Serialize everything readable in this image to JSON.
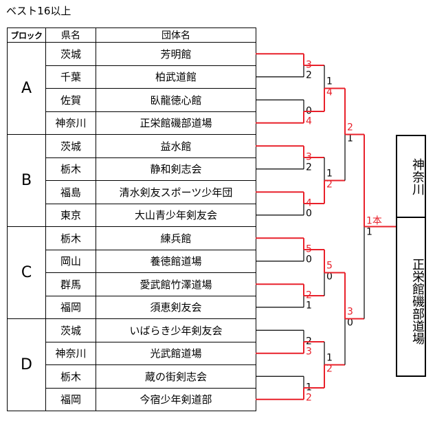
{
  "title": "ベスト16以上",
  "headers": {
    "block": "ブロック",
    "pref": "県名",
    "team": "団体名"
  },
  "blocks": [
    {
      "label": "A",
      "rows": [
        {
          "pref": "茨城",
          "team": "芳明館"
        },
        {
          "pref": "千葉",
          "team": "柏武道館"
        },
        {
          "pref": "佐賀",
          "team": "臥龍徳心館"
        },
        {
          "pref": "神奈川",
          "team": "正栄館磯部道場"
        }
      ]
    },
    {
      "label": "B",
      "rows": [
        {
          "pref": "茨城",
          "team": "益水館"
        },
        {
          "pref": "栃木",
          "team": "静和剣志会"
        },
        {
          "pref": "福島",
          "team": "清水剣友スポーツ少年団"
        },
        {
          "pref": "東京",
          "team": "大山青少年剣友会"
        }
      ]
    },
    {
      "label": "C",
      "rows": [
        {
          "pref": "栃木",
          "team": "練兵館"
        },
        {
          "pref": "岡山",
          "team": "養徳館道場"
        },
        {
          "pref": "群馬",
          "team": "愛武館竹澤道場"
        },
        {
          "pref": "福岡",
          "team": "須恵剣友会"
        }
      ]
    },
    {
      "label": "D",
      "rows": [
        {
          "pref": "茨城",
          "team": "いばらき少年剣友会"
        },
        {
          "pref": "神奈川",
          "team": "光武館道場"
        },
        {
          "pref": "栃木",
          "team": "蔵の街剣志会"
        },
        {
          "pref": "福岡",
          "team": "今宿少年剣道部"
        }
      ]
    }
  ],
  "round1_scores": [
    [
      "3",
      "2"
    ],
    [
      "0",
      "4"
    ],
    [
      "3",
      "2"
    ],
    [
      "4",
      "0"
    ],
    [
      "5",
      "0"
    ],
    [
      "2",
      "1"
    ],
    [
      "2",
      "3"
    ],
    [
      "1",
      "2"
    ]
  ],
  "round1_winner_side": [
    "top",
    "bottom",
    "top",
    "top",
    "top",
    "top",
    "bottom",
    "bottom"
  ],
  "round2_scores": [
    [
      "1",
      "4"
    ],
    [
      "1",
      "2"
    ],
    [
      "5",
      "0"
    ],
    [
      "1",
      "2"
    ]
  ],
  "round2_winner_side": [
    "bottom",
    "bottom",
    "top",
    "bottom"
  ],
  "semi_scores": [
    [
      "2",
      "1"
    ],
    [
      "3",
      "0"
    ]
  ],
  "semi_winner_side": [
    "top",
    "top"
  ],
  "final_scores": [
    "1本",
    "1"
  ],
  "final_winner_side": "top",
  "champion": {
    "top": "神奈川",
    "bottom": "正栄館磯部道場"
  },
  "colors": {
    "win": "#e8202a",
    "lose": "#000000"
  }
}
